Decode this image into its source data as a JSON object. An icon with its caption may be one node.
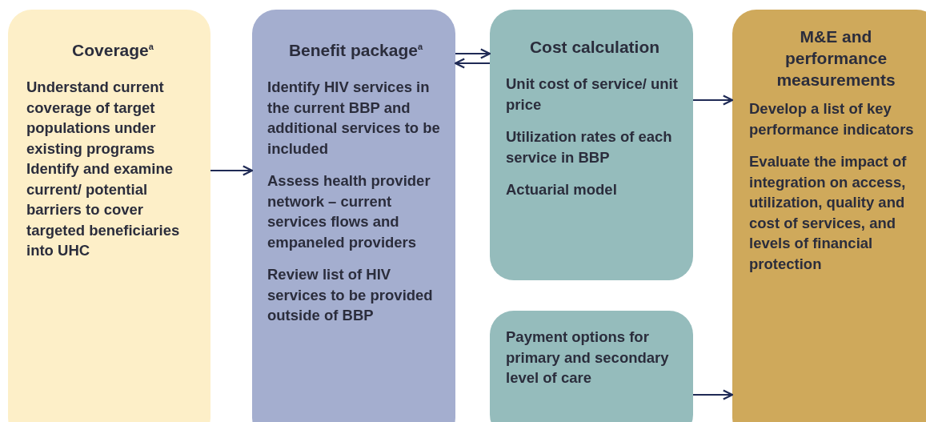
{
  "diagram": {
    "nodes": [
      {
        "text": [
          "Coverage$^{a}$",
          "Understand current coverage of target populations under existing programs",
          "Identify and examine current/ potential barriers to cover targeted beneficiaries into UHC"
        ]
      },
      {
        "text": [
          "Benefit package$^{a}$",
          "Identify HIV services in the current BBP and additional services to be included",
          "Assess health provider network – current services flows and empaneled providers",
          "Review list of HIV services to be provided outside of BBP"
        ]
      },
      {
        "text": [
          "Cost calculation",
          "Unit cost of service/ unit price",
          "Utilization rates of each service in BBP",
          "Actuarial model"
        ]
      },
      {
        "text": [
          "Payment options for primary and secondary level of care"
        ]
      },
      {
        "text": [
          "M&E and performance measurements",
          "Develop a list of key performance indicators",
          "Evaluate the impact of integration on access, utilization, quality and cost of services, and levels of financial protection"
        ]
      }
    ],
    "edges": [
      {
        "from": 0,
        "to": 1,
        "arrow": "to"
      },
      {
        "from": 1,
        "to": 2,
        "arrow": "to"
      },
      {
        "from": 2,
        "to": 1,
        "arrow": "to"
      },
      {
        "from": 2,
        "to": 4,
        "arrow": "to"
      },
      {
        "from": 3,
        "to": 4,
        "arrow": "to"
      }
    ]
  }
}
